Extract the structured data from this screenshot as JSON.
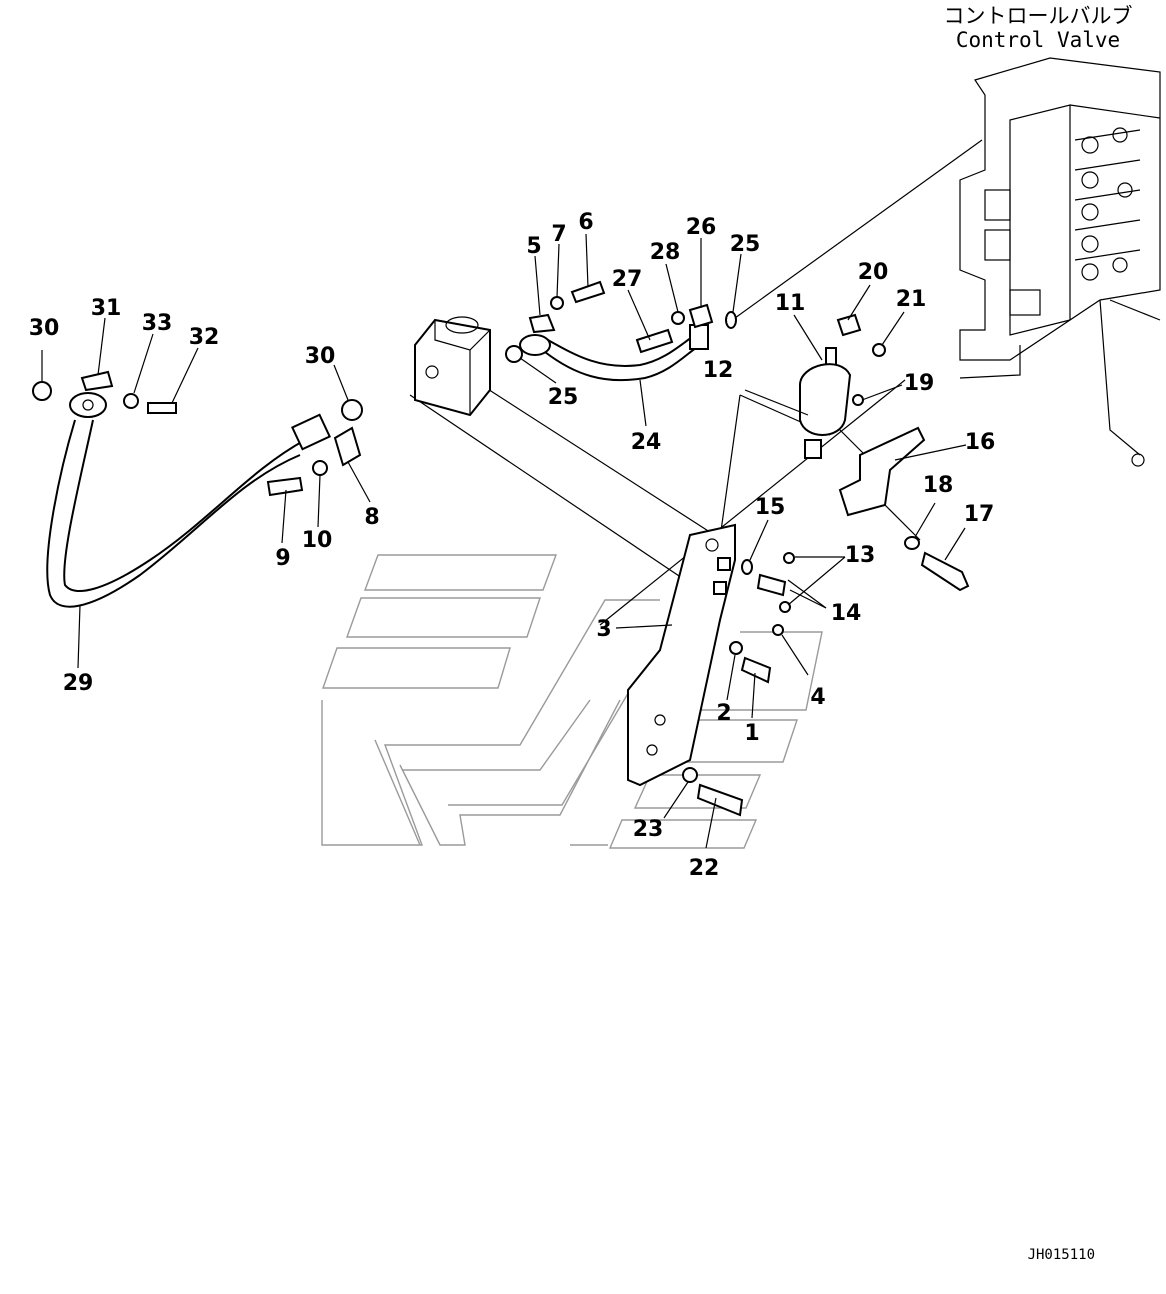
{
  "title_jp": "コントロールバルブ",
  "title_en": "Control Valve",
  "drawing_code": "JH015110",
  "callouts": [
    "1",
    "2",
    "3",
    "4",
    "5",
    "6",
    "7",
    "8",
    "9",
    "10",
    "11",
    "12",
    "13",
    "14",
    "15",
    "16",
    "17",
    "18",
    "19",
    "20",
    "21",
    "22",
    "23",
    "24",
    "25",
    "25",
    "26",
    "27",
    "28",
    "29",
    "30",
    "30",
    "31",
    "32",
    "33"
  ]
}
